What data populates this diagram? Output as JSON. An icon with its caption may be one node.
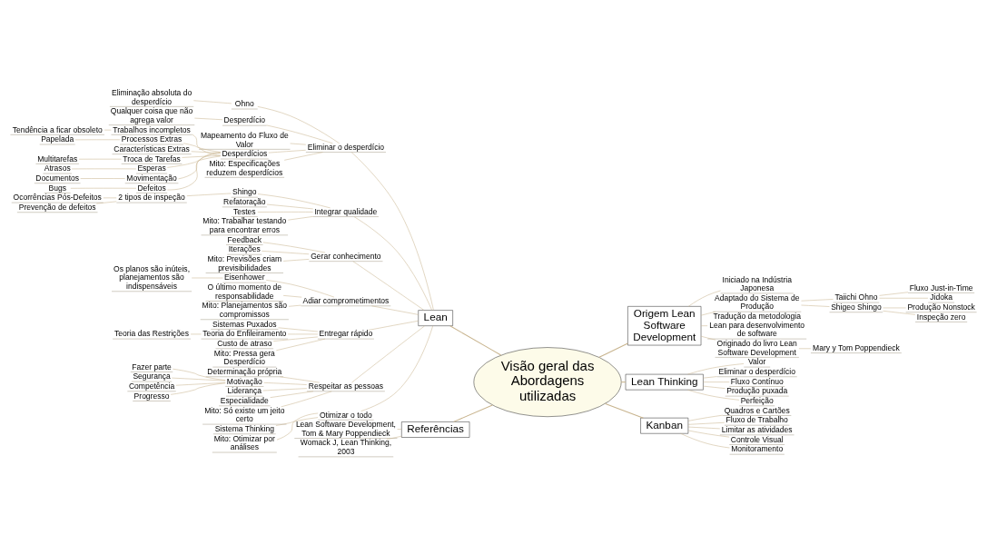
{
  "diagram": {
    "nodes": [
      {
        "text": [
          "Visão geral das Abordagens utilizadas"
        ]
      },
      {
        "text": [
          "Lean"
        ]
      },
      {
        "text": [
          "Eliminar o desperdício"
        ]
      },
      {
        "text": [
          "Ohno"
        ]
      },
      {
        "text": [
          "Eliminação absoluta do desperdício"
        ]
      },
      {
        "text": [
          "Desperdício"
        ]
      },
      {
        "text": [
          "Qualquer coisa que não agrega valor"
        ]
      },
      {
        "text": [
          "Mapeamento do Fluxo de Valor"
        ]
      },
      {
        "text": [
          "Desperdícios"
        ]
      },
      {
        "text": [
          "Trabalhos incompletos"
        ]
      },
      {
        "text": [
          "Tendência a ficar obsoleto"
        ]
      },
      {
        "text": [
          "Processos Extras"
        ]
      },
      {
        "text": [
          "Papelada"
        ]
      },
      {
        "text": [
          "Características Extras"
        ]
      },
      {
        "text": [
          "Troca de Tarefas"
        ]
      },
      {
        "text": [
          "Multitarefas"
        ]
      },
      {
        "text": [
          "Esperas"
        ]
      },
      {
        "text": [
          "Atrasos"
        ]
      },
      {
        "text": [
          "Movimentação"
        ]
      },
      {
        "text": [
          "Documentos"
        ]
      },
      {
        "text": [
          "Defeitos"
        ]
      },
      {
        "text": [
          "Bugs"
        ]
      },
      {
        "text": [
          "Mito: Especificações reduzem desperdícios"
        ]
      },
      {
        "text": [
          "Integrar qualidade"
        ]
      },
      {
        "text": [
          "Shingo"
        ]
      },
      {
        "text": [
          "2 tipos de inspeção"
        ]
      },
      {
        "text": [
          "Ocorrências Pós-Defeitos"
        ]
      },
      {
        "text": [
          "Prevenção de defeitos"
        ]
      },
      {
        "text": [
          "Refatoração"
        ]
      },
      {
        "text": [
          "Testes"
        ]
      },
      {
        "text": [
          "Mito: Trabalhar testando para encontrar erros"
        ]
      },
      {
        "text": [
          "Gerar conhecimento"
        ]
      },
      {
        "text": [
          "Feedback"
        ]
      },
      {
        "text": [
          "Iterações"
        ]
      },
      {
        "text": [
          "Mito: Previsões criam previsibilidades"
        ]
      },
      {
        "text": [
          "Adiar comprometimentos"
        ]
      },
      {
        "text": [
          "Eisenhower"
        ]
      },
      {
        "text": [
          "Os planos são inúteis, planejamentos são indispensáveis"
        ]
      },
      {
        "text": [
          "O último momento de responsabilidade"
        ]
      },
      {
        "text": [
          "Mito: Planejamentos são compromissos"
        ]
      },
      {
        "text": [
          "Entregar rápido"
        ]
      },
      {
        "text": [
          "Sistemas Puxados"
        ]
      },
      {
        "text": [
          "Teoria do Enfileiramento"
        ]
      },
      {
        "text": [
          "Teoria das Restrições"
        ]
      },
      {
        "text": [
          "Custo de atraso"
        ]
      },
      {
        "text": [
          "Mito: Pressa gera Desperdício"
        ]
      },
      {
        "text": [
          "Respeitar as pessoas"
        ]
      },
      {
        "text": [
          "Determinação própria"
        ]
      },
      {
        "text": [
          "Motivação"
        ]
      },
      {
        "text": [
          "Fazer parte"
        ]
      },
      {
        "text": [
          "Segurança"
        ]
      },
      {
        "text": [
          "Competência"
        ]
      },
      {
        "text": [
          "Progresso"
        ]
      },
      {
        "text": [
          "Liderança"
        ]
      },
      {
        "text": [
          "Especialidade"
        ]
      },
      {
        "text": [
          "Mito: Só existe um jeito certo"
        ]
      },
      {
        "text": [
          "Otimizar o todo"
        ]
      },
      {
        "text": [
          "Sistema Thinking"
        ]
      },
      {
        "text": [
          "Mito: Otimizar por análises"
        ]
      },
      {
        "text": [
          "Origem Lean Software Development"
        ]
      },
      {
        "text": [
          "Iniciado na Indústria Japonesa"
        ]
      },
      {
        "text": [
          "Adaptado do Sistema de Produção"
        ]
      },
      {
        "text": [
          "Taiichi Ohno"
        ]
      },
      {
        "text": [
          "Fluxo Just-in-Time"
        ]
      },
      {
        "text": [
          "Jidoka"
        ]
      },
      {
        "text": [
          "Shigeo Shingo"
        ]
      },
      {
        "text": [
          "Produção Nonstock"
        ]
      },
      {
        "text": [
          "Inspeção zero"
        ]
      },
      {
        "text": [
          "Tradução da metodologia Lean para desenvolvimento de software"
        ]
      },
      {
        "text": [
          "Originado do livro Lean Software Development"
        ]
      },
      {
        "text": [
          "Mary y Tom Poppendieck"
        ]
      },
      {
        "text": [
          "Lean Thinking"
        ]
      },
      {
        "text": [
          "Valor"
        ]
      },
      {
        "text": [
          "Eliminar o desperdício"
        ]
      },
      {
        "text": [
          "Fluxo Contínuo"
        ]
      },
      {
        "text": [
          "Produção puxada"
        ]
      },
      {
        "text": [
          "Perfeição"
        ]
      },
      {
        "text": [
          "Kanban"
        ]
      },
      {
        "text": [
          "Quadros e Cartões"
        ]
      },
      {
        "text": [
          "Fluxo de Trabalho"
        ]
      },
      {
        "text": [
          "Limitar as atividades"
        ]
      },
      {
        "text": [
          "Controle Visual"
        ]
      },
      {
        "text": [
          "Monitoramento"
        ]
      },
      {
        "text": [
          "Referências"
        ]
      },
      {
        "text": [
          "Lean Software Development, Tom & Mary Poppendieck"
        ]
      },
      {
        "text": [
          "Womack J, Lean Thinking, 2003"
        ]
      }
    ],
    "edges": [
      {
        "from": 0,
        "to": 1,
        "arrow": "none"
      },
      {
        "from": 1,
        "to": 2,
        "arrow": "none"
      },
      {
        "from": 2,
        "to": 3,
        "arrow": "none"
      },
      {
        "from": 3,
        "to": 4,
        "arrow": "none"
      },
      {
        "from": 2,
        "to": 5,
        "arrow": "none"
      },
      {
        "from": 5,
        "to": 6,
        "arrow": "none"
      },
      {
        "from": 2,
        "to": 7,
        "arrow": "none"
      },
      {
        "from": 2,
        "to": 8,
        "arrow": "none"
      },
      {
        "from": 8,
        "to": 9,
        "arrow": "none"
      },
      {
        "from": 9,
        "to": 10,
        "arrow": "none"
      },
      {
        "from": 8,
        "to": 11,
        "arrow": "none"
      },
      {
        "from": 11,
        "to": 12,
        "arrow": "none"
      },
      {
        "from": 8,
        "to": 13,
        "arrow": "none"
      },
      {
        "from": 8,
        "to": 14,
        "arrow": "none"
      },
      {
        "from": 14,
        "to": 15,
        "arrow": "none"
      },
      {
        "from": 8,
        "to": 16,
        "arrow": "none"
      },
      {
        "from": 16,
        "to": 17,
        "arrow": "none"
      },
      {
        "from": 8,
        "to": 18,
        "arrow": "none"
      },
      {
        "from": 18,
        "to": 19,
        "arrow": "none"
      },
      {
        "from": 8,
        "to": 20,
        "arrow": "none"
      },
      {
        "from": 20,
        "to": 21,
        "arrow": "none"
      },
      {
        "from": 2,
        "to": 22,
        "arrow": "none"
      },
      {
        "from": 1,
        "to": 23,
        "arrow": "none"
      },
      {
        "from": 23,
        "to": 24,
        "arrow": "none"
      },
      {
        "from": 24,
        "to": 25,
        "arrow": "none"
      },
      {
        "from": 25,
        "to": 26,
        "arrow": "none"
      },
      {
        "from": 25,
        "to": 27,
        "arrow": "none"
      },
      {
        "from": 23,
        "to": 28,
        "arrow": "none"
      },
      {
        "from": 23,
        "to": 29,
        "arrow": "none"
      },
      {
        "from": 23,
        "to": 30,
        "arrow": "none"
      },
      {
        "from": 1,
        "to": 31,
        "arrow": "none"
      },
      {
        "from": 31,
        "to": 32,
        "arrow": "none"
      },
      {
        "from": 31,
        "to": 33,
        "arrow": "none"
      },
      {
        "from": 31,
        "to": 34,
        "arrow": "none"
      },
      {
        "from": 1,
        "to": 35,
        "arrow": "none"
      },
      {
        "from": 35,
        "to": 36,
        "arrow": "none"
      },
      {
        "from": 36,
        "to": 37,
        "arrow": "none"
      },
      {
        "from": 35,
        "to": 38,
        "arrow": "none"
      },
      {
        "from": 35,
        "to": 39,
        "arrow": "none"
      },
      {
        "from": 1,
        "to": 40,
        "arrow": "none"
      },
      {
        "from": 40,
        "to": 41,
        "arrow": "none"
      },
      {
        "from": 40,
        "to": 42,
        "arrow": "none"
      },
      {
        "from": 42,
        "to": 43,
        "arrow": "none"
      },
      {
        "from": 40,
        "to": 44,
        "arrow": "none"
      },
      {
        "from": 40,
        "to": 45,
        "arrow": "none"
      },
      {
        "from": 1,
        "to": 46,
        "arrow": "none"
      },
      {
        "from": 46,
        "to": 47,
        "arrow": "none"
      },
      {
        "from": 46,
        "to": 48,
        "arrow": "none"
      },
      {
        "from": 48,
        "to": 49,
        "arrow": "none"
      },
      {
        "from": 48,
        "to": 50,
        "arrow": "none"
      },
      {
        "from": 48,
        "to": 51,
        "arrow": "none"
      },
      {
        "from": 48,
        "to": 52,
        "arrow": "none"
      },
      {
        "from": 46,
        "to": 53,
        "arrow": "none"
      },
      {
        "from": 46,
        "to": 54,
        "arrow": "none"
      },
      {
        "from": 46,
        "to": 55,
        "arrow": "none"
      },
      {
        "from": 1,
        "to": 56,
        "arrow": "none"
      },
      {
        "from": 56,
        "to": 57,
        "arrow": "none"
      },
      {
        "from": 56,
        "to": 58,
        "arrow": "none"
      },
      {
        "from": 0,
        "to": 59,
        "arrow": "none"
      },
      {
        "from": 59,
        "to": 60,
        "arrow": "none"
      },
      {
        "from": 59,
        "to": 61,
        "arrow": "none"
      },
      {
        "from": 61,
        "to": 62,
        "arrow": "none"
      },
      {
        "from": 62,
        "to": 63,
        "arrow": "none"
      },
      {
        "from": 62,
        "to": 64,
        "arrow": "none"
      },
      {
        "from": 61,
        "to": 65,
        "arrow": "none"
      },
      {
        "from": 65,
        "to": 66,
        "arrow": "none"
      },
      {
        "from": 65,
        "to": 67,
        "arrow": "none"
      },
      {
        "from": 59,
        "to": 68,
        "arrow": "none"
      },
      {
        "from": 59,
        "to": 69,
        "arrow": "none"
      },
      {
        "from": 69,
        "to": 70,
        "arrow": "none"
      },
      {
        "from": 0,
        "to": 71,
        "arrow": "none"
      },
      {
        "from": 71,
        "to": 72,
        "arrow": "none"
      },
      {
        "from": 71,
        "to": 73,
        "arrow": "none"
      },
      {
        "from": 71,
        "to": 74,
        "arrow": "none"
      },
      {
        "from": 71,
        "to": 75,
        "arrow": "none"
      },
      {
        "from": 71,
        "to": 76,
        "arrow": "none"
      },
      {
        "from": 0,
        "to": 77,
        "arrow": "none"
      },
      {
        "from": 77,
        "to": 78,
        "arrow": "none"
      },
      {
        "from": 77,
        "to": 79,
        "arrow": "none"
      },
      {
        "from": 77,
        "to": 80,
        "arrow": "none"
      },
      {
        "from": 77,
        "to": 81,
        "arrow": "none"
      },
      {
        "from": 77,
        "to": 82,
        "arrow": "none"
      },
      {
        "from": 0,
        "to": 83,
        "arrow": "none"
      },
      {
        "from": 83,
        "to": 84,
        "arrow": "none"
      },
      {
        "from": 83,
        "to": 85,
        "arrow": "none"
      }
    ]
  }
}
